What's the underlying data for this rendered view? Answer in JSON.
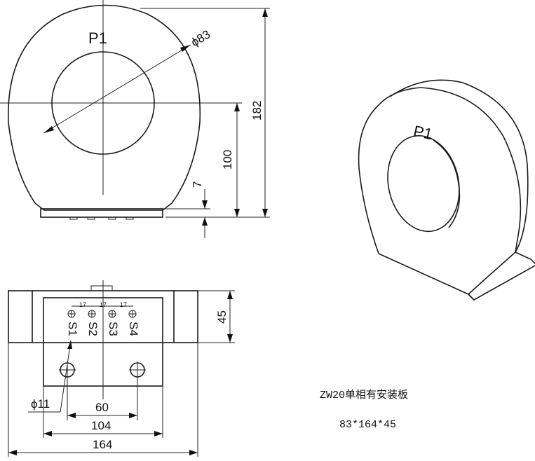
{
  "views": {
    "front": {
      "marking": "P1",
      "diameter_label": "ϕ83",
      "dims": {
        "height_total": "182",
        "height_center": "100",
        "base_thickness": "7"
      }
    },
    "bottom": {
      "depth": "45",
      "hole_label": "ϕ11",
      "hole_spacing": "60",
      "plate_inner": "104",
      "plate_width": "164",
      "terminals": [
        "S1",
        "S2",
        "S3",
        "S4"
      ],
      "terminal_pitch": [
        "17",
        "17",
        "17"
      ]
    },
    "iso": {
      "marking": "P1"
    }
  },
  "caption": {
    "title": "ZW20单相有安装板",
    "size": "83*164*45"
  }
}
